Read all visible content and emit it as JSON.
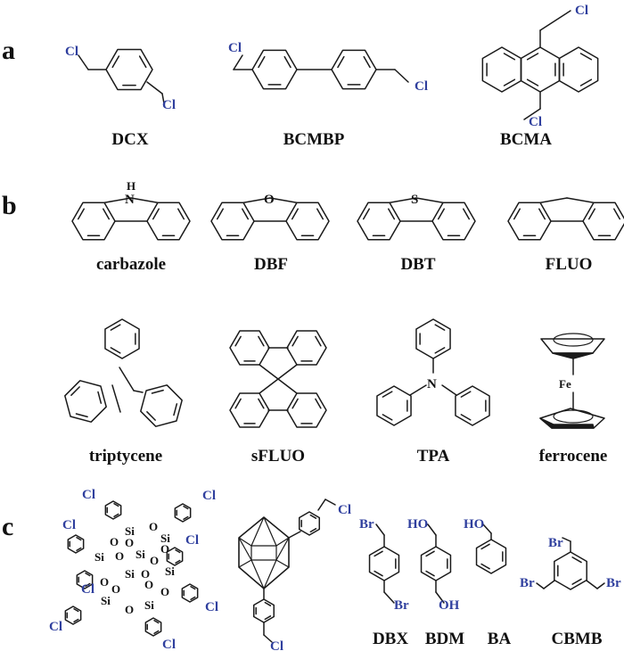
{
  "colors": {
    "heteroatom_blue": "#2f3f9e",
    "bond": "#1a1a1a",
    "text": "#111111"
  },
  "panels": {
    "a": {
      "letter": "a",
      "molecules": [
        {
          "id": "dcx",
          "label": "DCX",
          "atoms": [
            "Cl",
            "Cl"
          ]
        },
        {
          "id": "bcmbp",
          "label": "BCMBP",
          "atoms": [
            "Cl",
            "Cl"
          ]
        },
        {
          "id": "bcma",
          "label": "BCMA",
          "atoms": [
            "Cl",
            "Cl"
          ]
        }
      ]
    },
    "b": {
      "letter": "b",
      "molecules": [
        {
          "id": "carbazole",
          "label": "carbazole",
          "atoms": [
            "H",
            "N"
          ]
        },
        {
          "id": "dbf",
          "label": "DBF",
          "atoms": [
            "O"
          ]
        },
        {
          "id": "dbt",
          "label": "DBT",
          "atoms": [
            "S"
          ]
        },
        {
          "id": "fluo",
          "label": "FLUO",
          "atoms": []
        },
        {
          "id": "triptycene",
          "label": "triptycene",
          "atoms": []
        },
        {
          "id": "sfluo",
          "label": "sFLUO",
          "atoms": []
        },
        {
          "id": "tpa",
          "label": "TPA",
          "atoms": [
            "N"
          ]
        },
        {
          "id": "ferrocene",
          "label": "ferrocene",
          "atoms": [
            "Fe"
          ]
        }
      ]
    },
    "c": {
      "letter": "c",
      "molecules": [
        {
          "id": "poss",
          "label": "",
          "atoms": [
            "Cl",
            "Cl",
            "Cl",
            "Cl",
            "Cl",
            "Cl",
            "Cl",
            "Cl",
            "Si",
            "O"
          ]
        },
        {
          "id": "carborane",
          "label": "",
          "atoms": [
            "Cl",
            "Cl"
          ]
        },
        {
          "id": "dbx",
          "label": "DBX",
          "atoms": [
            "Br",
            "Br"
          ]
        },
        {
          "id": "bdm",
          "label": "BDM",
          "atoms": [
            "HO",
            "OH"
          ]
        },
        {
          "id": "ba",
          "label": "BA",
          "atoms": [
            "HO"
          ]
        },
        {
          "id": "cbmb",
          "label": "CBMB",
          "atoms": [
            "Br",
            "Br",
            "Br"
          ]
        }
      ]
    }
  }
}
